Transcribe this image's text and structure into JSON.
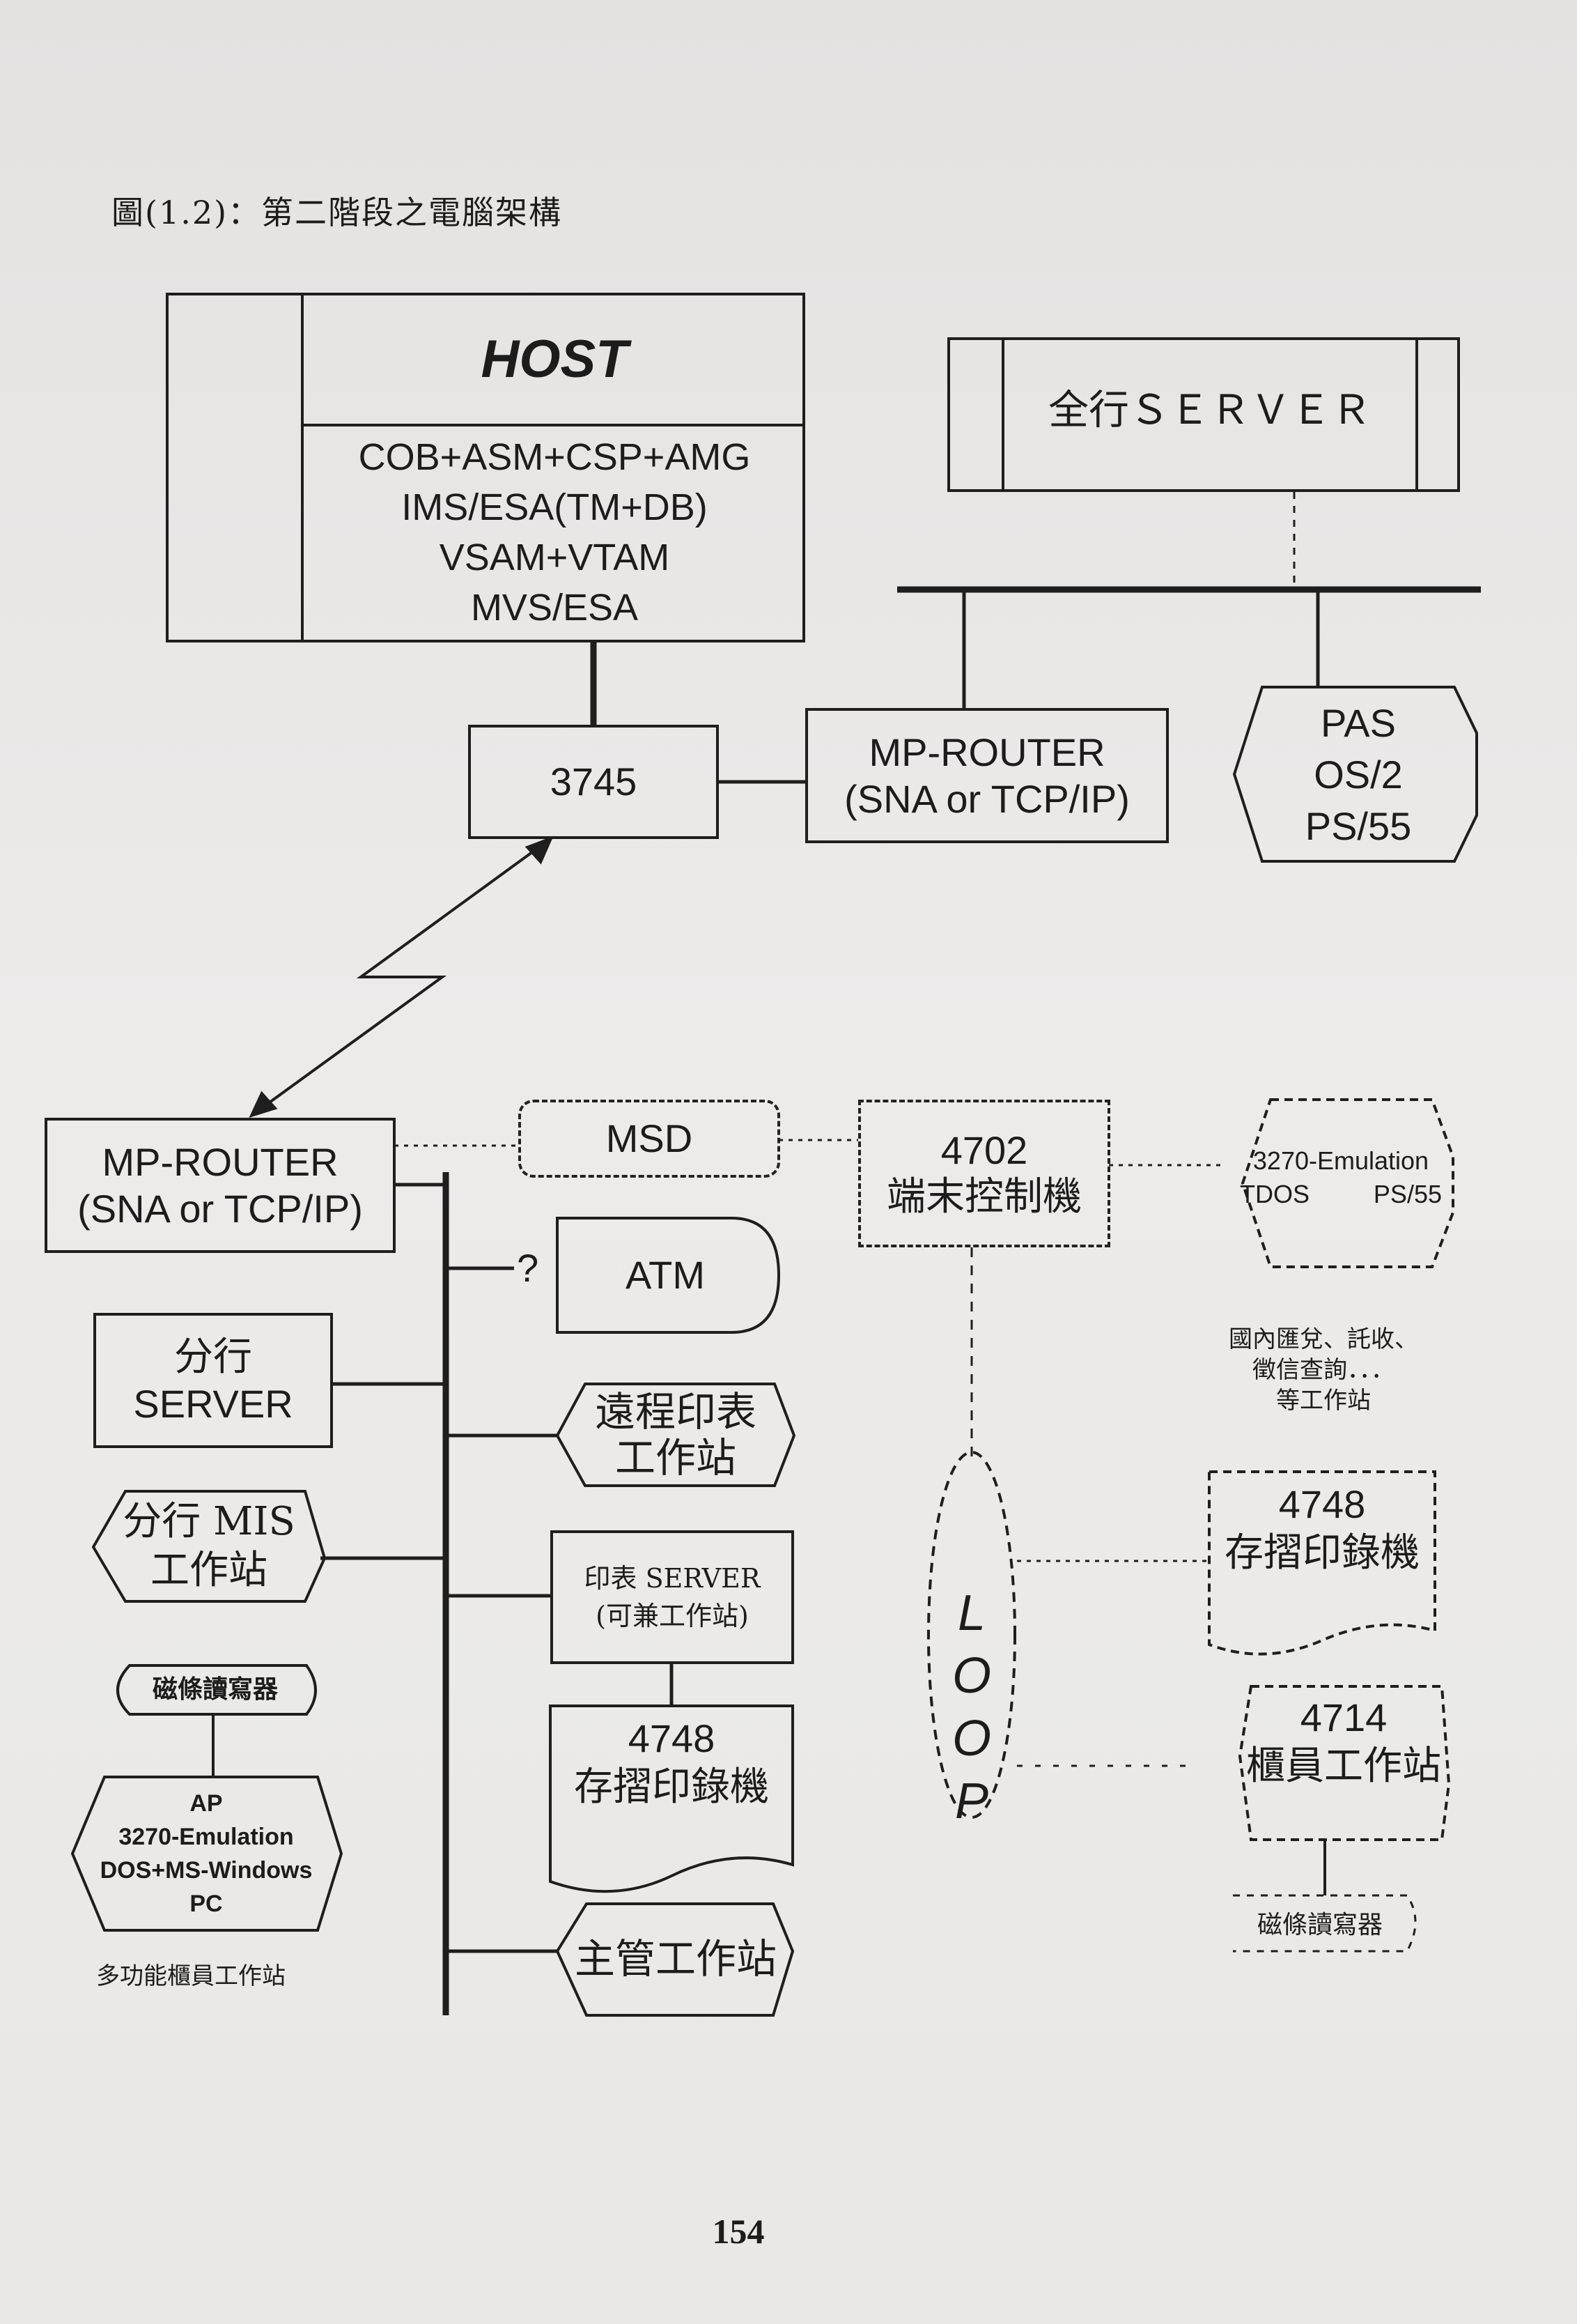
{
  "figure": {
    "caption": "圖(1.2)：第二階段之電腦架構",
    "page_number": "154"
  },
  "host": {
    "title": "HOST",
    "lines": [
      "COB+ASM+CSP+AMG",
      "IMS/ESA(TM+DB)",
      "VSAM+VTAM",
      "MVS/ESA"
    ]
  },
  "bank_server": {
    "label": "全行ＳＥＲＶＥＲ"
  },
  "controller_3745": {
    "label": "3745"
  },
  "router_top": {
    "line1": "MP-ROUTER",
    "line2": "(SNA or TCP/IP)"
  },
  "pas_node": {
    "lines": [
      "PAS",
      "OS/2",
      "PS/55"
    ]
  },
  "router_branch": {
    "line1": "MP-ROUTER",
    "line2": "(SNA or TCP/IP)"
  },
  "msd": {
    "label": "MSD"
  },
  "controller_4702": {
    "line1": "4702",
    "line2": "端末控制機"
  },
  "emulation_top": {
    "line1": "3270-Emulation",
    "line2a": "TDOS",
    "line2b": "PS/55"
  },
  "emulation_note": {
    "lines": [
      "國內匯兌、託收、",
      "徵信查詢．．．",
      "等工作站"
    ]
  },
  "atm": {
    "label": "ATM",
    "link_label": "?"
  },
  "branch_server": {
    "line1": "分行",
    "line2": "SERVER"
  },
  "remote_print": {
    "line1": "遠程印表",
    "line2": "工作站"
  },
  "mis_station": {
    "line1": "分行 MIS",
    "line2": "工作站"
  },
  "print_server": {
    "line1": "印表 SERVER",
    "line2": "(可兼工作站)"
  },
  "magstripe_left": {
    "label": "磁條讀寫器"
  },
  "printer_left": {
    "line1": "4748",
    "line2": "存摺印錄機"
  },
  "ap_pc": {
    "lines": [
      "AP",
      "3270-Emulation",
      "DOS+MS-Windows",
      "PC"
    ]
  },
  "multi_caption": {
    "label": "多功能櫃員工作站"
  },
  "supervisor": {
    "label": "主管工作站"
  },
  "loop": {
    "letters": [
      "L",
      "O",
      "O",
      "P"
    ]
  },
  "printer_right": {
    "line1": "4748",
    "line2": "存摺印錄機"
  },
  "teller_4714": {
    "line1": "4714",
    "line2": "櫃員工作站"
  },
  "magstripe_right": {
    "label": "磁條讀寫器"
  }
}
